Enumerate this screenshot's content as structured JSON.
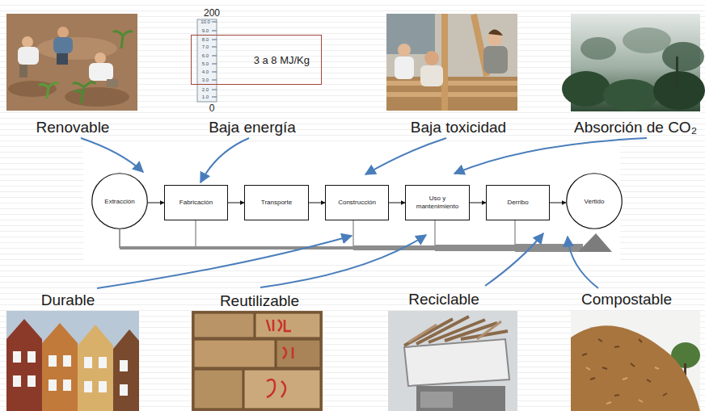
{
  "diagram": {
    "nodes": [
      {
        "text": [
          "3 a 8 MJ/Kg"
        ]
      },
      {
        "text": [
          "Extracción"
        ]
      },
      {
        "text": [
          "Fabricación"
        ]
      },
      {
        "text": [
          "Transporte"
        ]
      },
      {
        "text": [
          "Construcción"
        ]
      },
      {
        "text": [
          "Uso y mantenimiento"
        ]
      },
      {
        "text": [
          "Derribo"
        ]
      },
      {
        "text": [
          "Vertido"
        ]
      }
    ],
    "edges": [
      {
        "from": 1,
        "to": 2,
        "arrow": "to"
      },
      {
        "from": 2,
        "to": 3,
        "arrow": "to"
      },
      {
        "from": 3,
        "to": 4,
        "arrow": "to"
      },
      {
        "from": 4,
        "to": 5,
        "arrow": "to"
      },
      {
        "from": 5,
        "to": 6,
        "arrow": "to"
      },
      {
        "from": 6,
        "to": 7,
        "arrow": "to"
      }
    ],
    "labels": [
      "Renovable",
      "Baja energía",
      "Baja toxicidad",
      "Absorción de CO₂",
      "200",
      "10.0",
      "9.0",
      "8.0",
      "7.0",
      "6.0",
      "5.0",
      "4.0",
      "3.0",
      "2.0",
      "1.0",
      "0",
      "Durable",
      "Reutilizable",
      "Reciclable",
      "Compostable"
    ]
  }
}
